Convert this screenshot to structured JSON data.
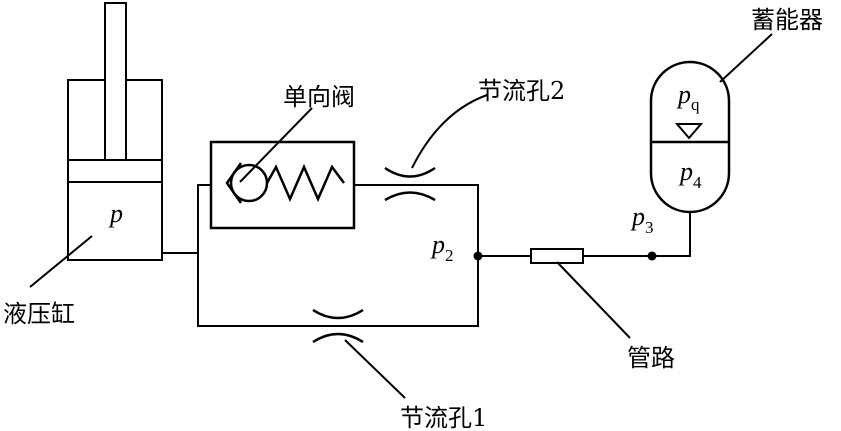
{
  "labels": {
    "cylinder": "液压缸",
    "check_valve": "单向阀",
    "orifice_2": "节流孔2",
    "orifice_1": "节流孔1",
    "pipe": "管路",
    "accumulator": "蓄能器"
  },
  "symbols": {
    "p_cyl": "p",
    "p2_main": "p",
    "p2_sub": "2",
    "p3_main": "p",
    "p3_sub": "3",
    "pq_main": "p",
    "pq_sub": "q",
    "p4_main": "p",
    "p4_sub": "4"
  }
}
